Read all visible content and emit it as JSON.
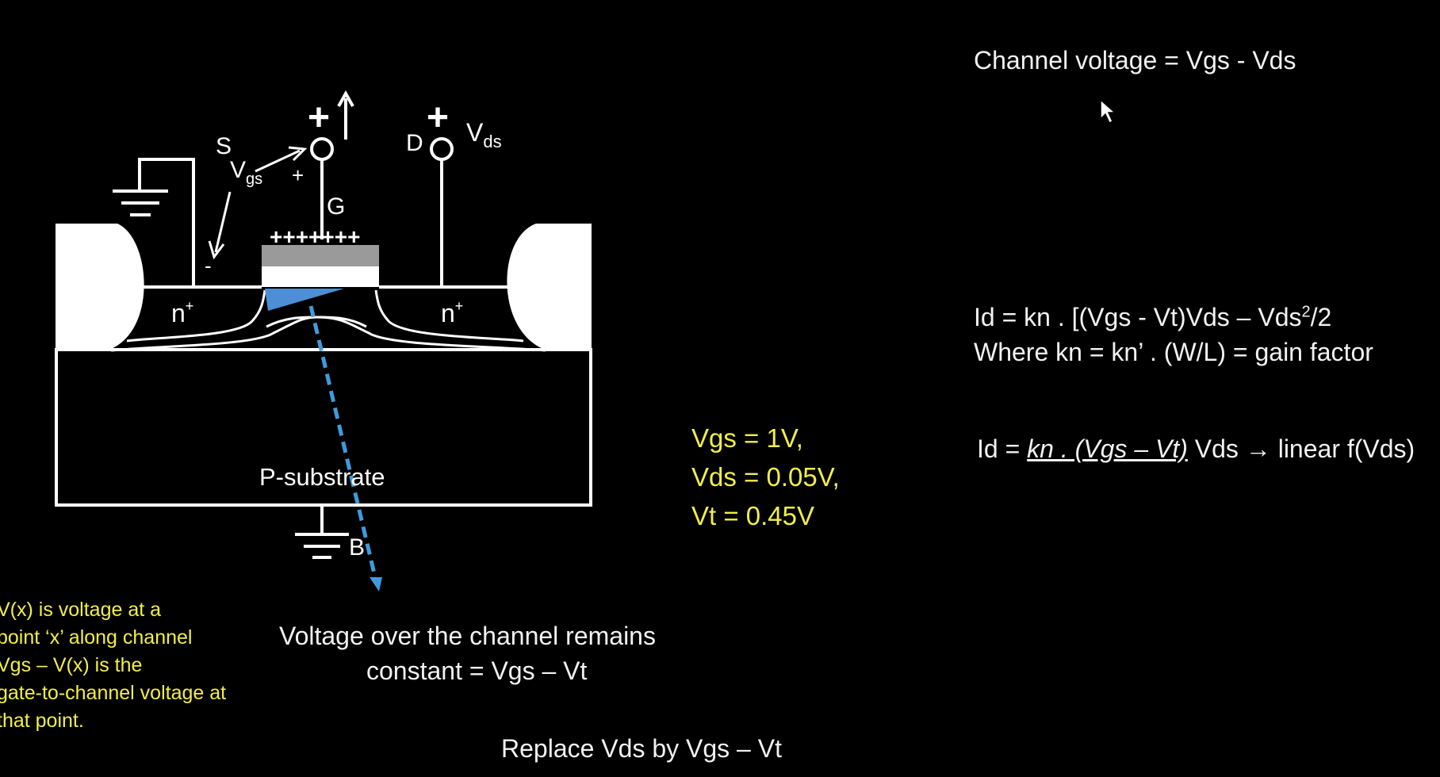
{
  "diagram": {
    "labels": {
      "source": "S",
      "drain": "D",
      "gate": "G",
      "body": "B",
      "vgs_main": "V",
      "vgs_sub": "gs",
      "vds_main": "V",
      "vds_sub": "ds",
      "plus_gate_terminal": "+",
      "plus_drain_terminal": "+",
      "plus_vgs": "+",
      "minus_vgs": "-",
      "gate_charges": "+++++++",
      "nplus_left": "n",
      "nplus_right": "n",
      "nplus_sup": "+",
      "substrate": "P-substrate"
    },
    "colors": {
      "line": "#ffffff",
      "oxide": "#9a9a9a",
      "channel": "#4d8fd6",
      "field_arrow": "#3f9bdc",
      "text_yellow": "#f2ee4a",
      "background": "#000000"
    }
  },
  "right_panel": {
    "channel_voltage": "Channel voltage = Vgs - Vds",
    "id_eq_prefix": "Id = kn . [(Vgs - Vt)Vds – Vds",
    "id_eq_sup": "2",
    "id_eq_suffix": "/2",
    "where_line": "Where kn = kn’ . (W/L) = gain factor",
    "linear_prefix": "Id = ",
    "linear_underlined": "kn . (Vgs – Vt)",
    "linear_middle": " Vds ",
    "linear_arrow": "→",
    "linear_suffix": " linear f(Vds)"
  },
  "values": {
    "vgs": "Vgs = 1V,",
    "vds": "Vds = 0.05V,",
    "vt": "Vt = 0.45V"
  },
  "notes": {
    "line1": "V(x) is voltage at a",
    "line2": "point ‘x’ along channel",
    "line3": "Vgs – V(x) is the",
    "line4": "gate-to-channel voltage at",
    "line5": "that point."
  },
  "center": {
    "line1": "Voltage over the channel remains",
    "line2": "constant = Vgs – Vt",
    "replace": "Replace Vds by Vgs – Vt"
  }
}
